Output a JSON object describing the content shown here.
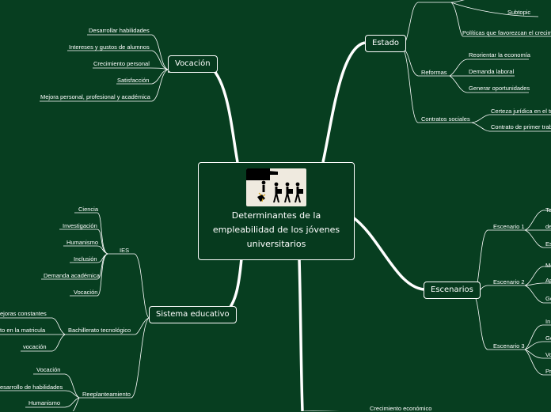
{
  "central": {
    "title": "Determinantes de la empleabilidad de los jóvenes universitarios",
    "image_icon": "people-carrying-boxes-pointing-hand"
  },
  "colors": {
    "background": "#073e20",
    "line": "#ffffff",
    "text": "#ffffff"
  },
  "vocacion": {
    "label": "Vocación",
    "items": [
      "Desarrollar habilidades",
      "Intereses y gustos de alumnos",
      "Crecimiento personal",
      "Satisfacción",
      "Mejora personal, profesional y académica"
    ]
  },
  "estado": {
    "label": "Estado",
    "subtopic": "Subtopic",
    "politicas": "Políticas que favorezcan el crecimi",
    "reformas": {
      "label": "Reformas",
      "items": [
        "Reorientar la economía",
        "Demanda laboral",
        "Generar oportunidades"
      ]
    },
    "contratos": {
      "label": "Contratos sociales",
      "items": [
        "Certeza jurídica en el tr",
        "Contrato de primer trab"
      ]
    }
  },
  "escenarios": {
    "label": "Escenarios",
    "e1": {
      "label": "Escenario 1",
      "items": [
        "Te",
        "de",
        "Es"
      ]
    },
    "e2": {
      "label": "Escenario 2",
      "items": [
        "Me",
        "Ap",
        "Go"
      ]
    },
    "e3": {
      "label": "Escenario 3",
      "items": [
        "In",
        "Go",
        "Vo",
        "Pr"
      ]
    }
  },
  "sistema": {
    "label": "Sistema educativo",
    "ies": {
      "label": "IES",
      "items": [
        "Ciencia",
        "Investigación",
        "Humanismo",
        "Inclusión",
        "Demanda académica",
        "Vocación"
      ]
    },
    "bachillerato": {
      "label": "Bachillerato tecnológico",
      "items": [
        "ejoras constantes",
        "to en la matricula",
        "vocación"
      ]
    },
    "replanteamiento": {
      "label": "Reeplanteamiento",
      "items": [
        "Vocación",
        "esarrollo de habilidades",
        "Humanismo"
      ]
    }
  },
  "bottom": {
    "crecimiento": "Crecimiento económico"
  }
}
